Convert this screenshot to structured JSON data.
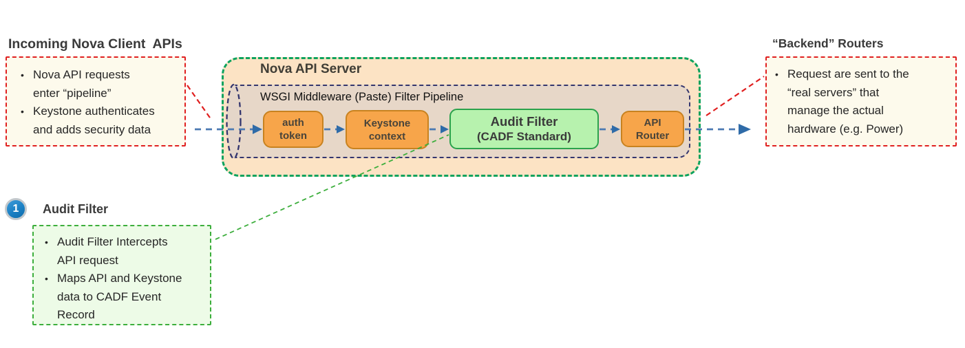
{
  "glyphs": {
    "bullet": "•"
  },
  "colors": {
    "red_dash": "#e01f1f",
    "server_border_green": "#0ca35e",
    "server_fill": "#fce3c4",
    "pipeline_border_navy": "#33356e",
    "pipeline_fill": "#e7d7c8",
    "stage_orange_fill": "#f7a54a",
    "stage_orange_border": "#c8821f",
    "audit_green_fill": "#b7f2ae",
    "audit_green_border": "#2ba24c",
    "note_green": "#3cae3c",
    "cream_fill": "#fdfaec",
    "flow_blue": "#4b79b2",
    "arrowhead_blue": "#2f6ba8",
    "badge_blue": "#1b80c4"
  },
  "incoming": {
    "title": "Incoming Nova Client  APIs",
    "bullets": [
      "Nova API requests\nenter “pipeline”",
      "Keystone authenticates\nand adds security data"
    ]
  },
  "server": {
    "title": "Nova API Server",
    "pipeline": {
      "title": "WSGI Middleware (Paste) Filter Pipeline",
      "stages": [
        {
          "line1": "auth",
          "line2": "token"
        },
        {
          "line1": "Keystone",
          "line2": "context"
        },
        {
          "line1": "Audit Filter",
          "line2": "(CADF Standard)"
        },
        {
          "line1": "API",
          "line2": "Router"
        }
      ]
    }
  },
  "backend": {
    "title": "“Backend” Routers",
    "bullets": [
      "Request are sent to the\n“real servers” that\nmanage the actual\nhardware (e.g. Power)"
    ]
  },
  "note": {
    "badge": "1",
    "title": "Audit Filter",
    "bullets": [
      "Audit Filter Intercepts\nAPI request",
      "Maps API and Keystone\ndata to CADF Event\nRecord"
    ]
  }
}
